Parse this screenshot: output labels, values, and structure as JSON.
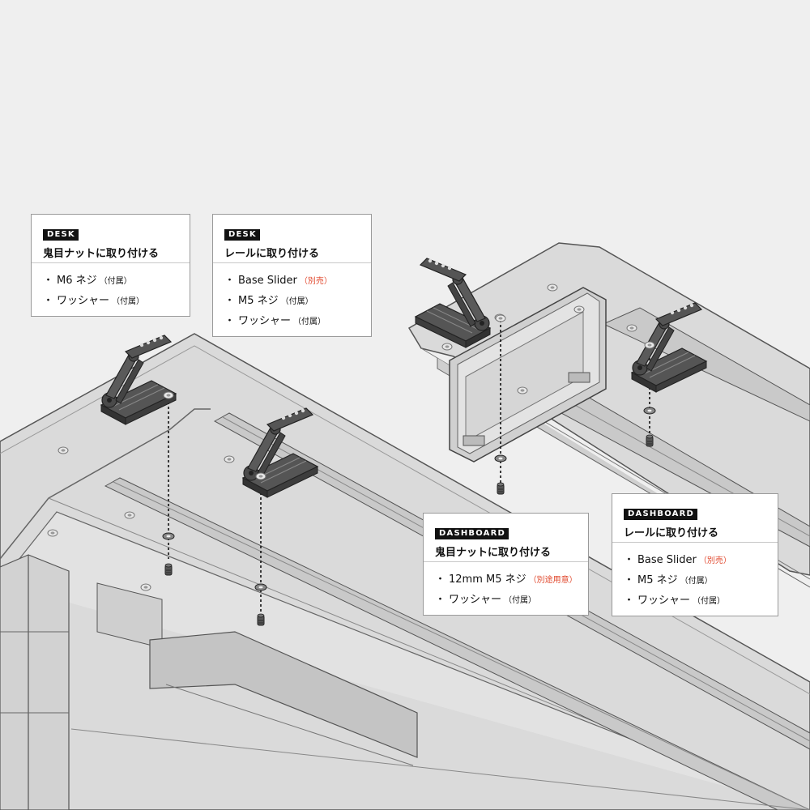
{
  "callouts": [
    {
      "badge": "DESK",
      "title": "鬼目ナットに取り付ける",
      "items": [
        {
          "text": "M6 ネジ",
          "note": "（付属）",
          "note_color": "#111111"
        },
        {
          "text": "ワッシャー",
          "note": "（付属）",
          "note_color": "#111111"
        }
      ]
    },
    {
      "badge": "DESK",
      "title": "レールに取り付ける",
      "items": [
        {
          "text": "Base Slider",
          "note": "（別売）",
          "note_color": "#e0452a"
        },
        {
          "text": "M5 ネジ",
          "note": "（付属）",
          "note_color": "#111111"
        },
        {
          "text": "ワッシャー",
          "note": "（付属）",
          "note_color": "#111111"
        }
      ]
    },
    {
      "badge": "DASHBOARD",
      "title": "鬼目ナットに取り付ける",
      "items": [
        {
          "text": "12mm M5 ネジ",
          "note": "（別途用意）",
          "note_color": "#e0452a"
        },
        {
          "text": "ワッシャー",
          "note": "（付属）",
          "note_color": "#111111"
        }
      ]
    },
    {
      "badge": "DASHBOARD",
      "title": "レールに取り付ける",
      "items": [
        {
          "text": "Base Slider",
          "note": "（別売）",
          "note_color": "#e0452a"
        },
        {
          "text": "M5 ネジ",
          "note": "（付属）",
          "note_color": "#111111"
        },
        {
          "text": "ワッシャー",
          "note": "（付属）",
          "note_color": "#111111"
        }
      ]
    }
  ],
  "colors": {
    "background": "#efefef",
    "desk_surface": "#dcdcdc",
    "desk_edge": "#c9c9c9",
    "rail": "#c2c2c2",
    "bracket_metal": "#4a4a4a",
    "accent_red": "#e0452a"
  },
  "icons": [
    "bullet-dot",
    "screw-icon",
    "washer-icon",
    "hinge-bracket-icon"
  ]
}
